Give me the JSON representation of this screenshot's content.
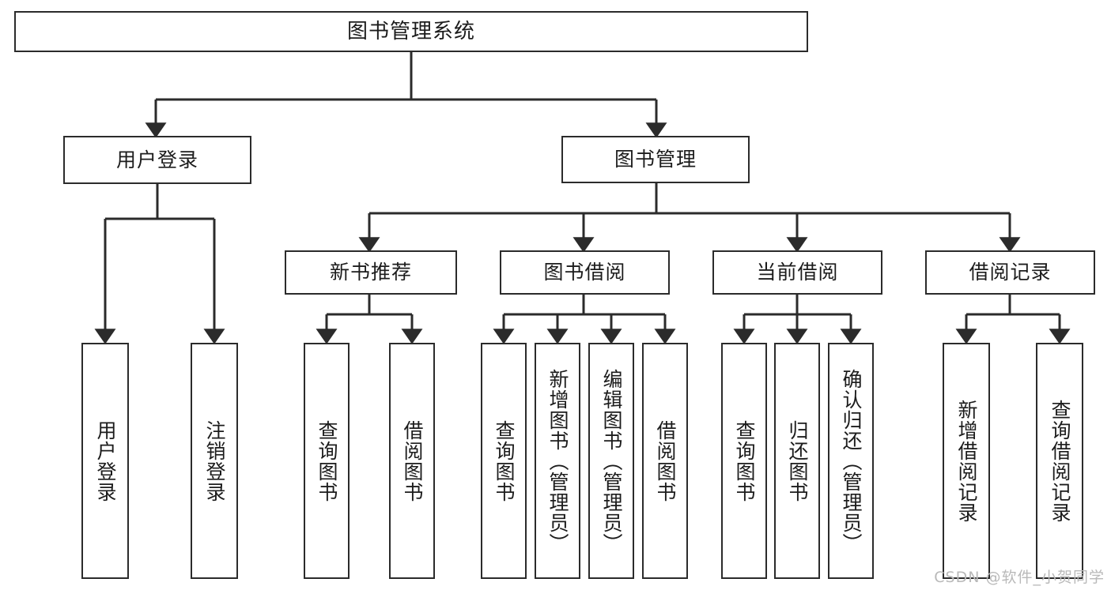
{
  "diagram": {
    "title": "图书管理系统",
    "watermark": "CSDN @软件_小贺同学",
    "colors": {
      "background": "#ffffff",
      "node_border": "#2b2b2b",
      "node_fill": "#ffffff",
      "edge": "#2b2b2b",
      "text": "#1c1c1c",
      "watermark": "#b9b9b9"
    },
    "root": {
      "label": "图书管理系统"
    },
    "level1": [
      {
        "label": "用户登录"
      },
      {
        "label": "图书管理"
      }
    ],
    "level2": [
      {
        "label": "新书推荐"
      },
      {
        "label": "图书借阅"
      },
      {
        "label": "当前借阅"
      },
      {
        "label": "借阅记录"
      }
    ],
    "leaves": [
      {
        "label": "用户登录",
        "parent": "用户登录"
      },
      {
        "label": "注销登录",
        "parent": "用户登录"
      },
      {
        "label": "查询图书",
        "parent": "新书推荐"
      },
      {
        "label": "借阅图书",
        "parent": "新书推荐"
      },
      {
        "label": "查询图书",
        "parent": "图书借阅"
      },
      {
        "label": "新增图书（管理员）",
        "parent": "图书借阅"
      },
      {
        "label": "编辑图书（管理员）",
        "parent": "图书借阅"
      },
      {
        "label": "借阅图书",
        "parent": "图书借阅"
      },
      {
        "label": "查询图书",
        "parent": "当前借阅"
      },
      {
        "label": "归还图书",
        "parent": "当前借阅"
      },
      {
        "label": "确认归还（管理员）",
        "parent": "当前借阅"
      },
      {
        "label": "新增借阅记录",
        "parent": "借阅记录"
      },
      {
        "label": "查询借阅记录",
        "parent": "借阅记录"
      }
    ]
  }
}
